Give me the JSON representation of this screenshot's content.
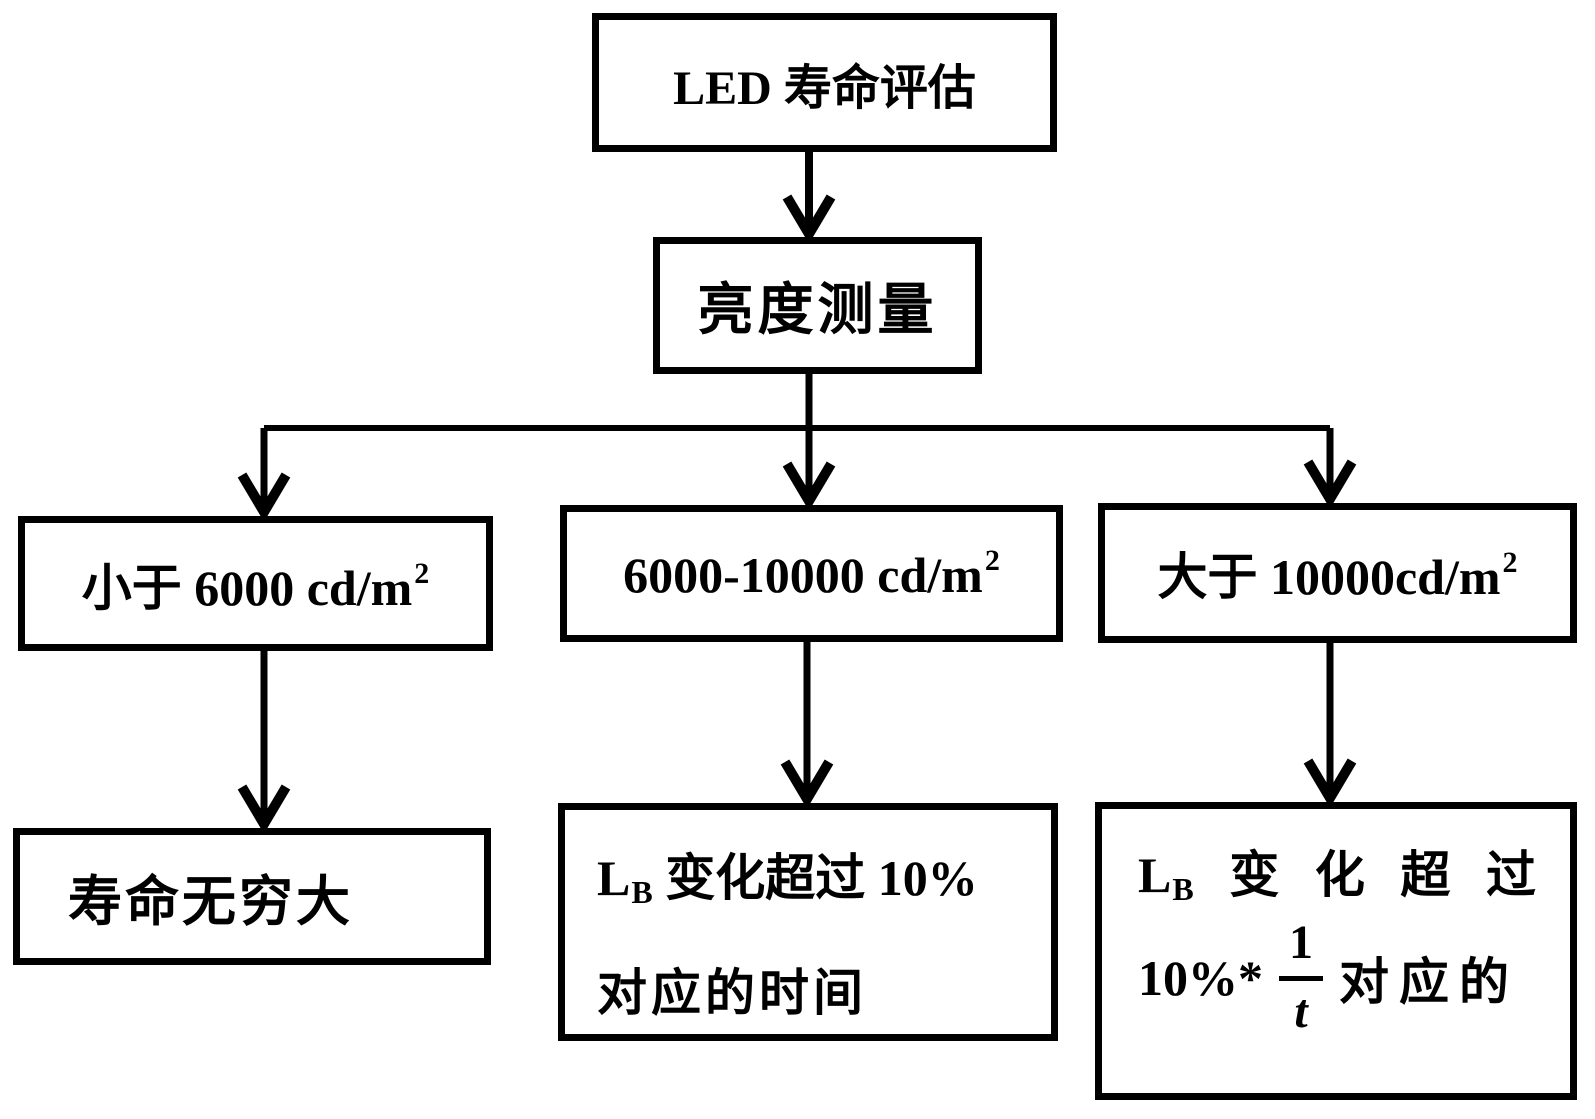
{
  "figure": {
    "type": "flowchart",
    "background": "#ffffff",
    "ink": "#000000"
  },
  "nodes": {
    "led_eval": {
      "label": "LED 寿命评估"
    },
    "luminance": {
      "label": "亮度测量"
    },
    "lt_6000": {
      "base": "小于 6000 cd/m",
      "sup": "2"
    },
    "range_6000_10000": {
      "base": "6000-10000 cd/m",
      "sup": "2"
    },
    "gt_10000": {
      "base": "大于 10000cd/m",
      "sup": "2"
    },
    "infinite_life": {
      "label": "寿命无穷大"
    },
    "lb_change_time": {
      "symbol": "L",
      "symbol_sub": "B",
      "line1_rest": " 变化超过 10%",
      "line2": "对应的时间"
    },
    "lb_change_rate": {
      "symbol": "L",
      "symbol_sub": "B",
      "char1": "变",
      "char2": "化",
      "char3": "超",
      "char4": "过",
      "line2_prefix": "10%*",
      "frac_numerator": "1",
      "frac_denominator": "t",
      "line2_suffix": "对应的"
    }
  }
}
